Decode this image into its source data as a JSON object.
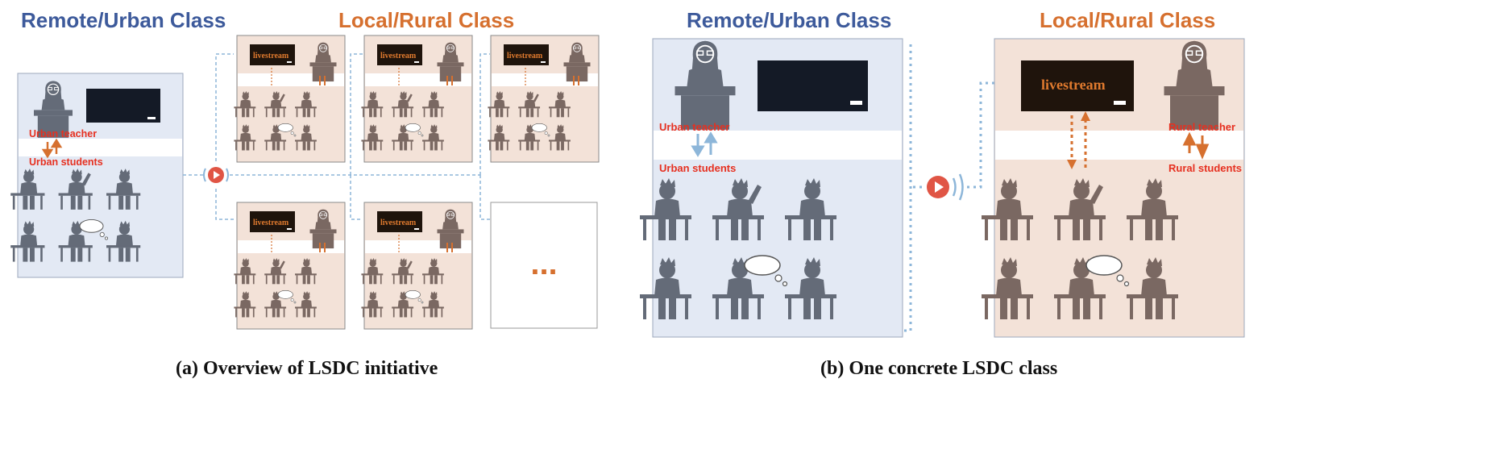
{
  "panel_a": {
    "remote_title": "Remote/Urban Class",
    "local_title": "Local/Rural Class",
    "teacher_label": "Urban teacher",
    "students_label": "Urban students",
    "livestream_label": "livestream",
    "ellipsis": "...",
    "caption": "(a) Overview of LSDC initiative"
  },
  "panel_b": {
    "remote_title": "Remote/Urban Class",
    "local_title": "Local/Rural Class",
    "urban_teacher_label": "Urban teacher",
    "urban_students_label": "Urban students",
    "rural_teacher_label": "Rural teacher",
    "rural_students_label": "Rural students",
    "livestream_label": "livestream",
    "caption": "(b) One concrete LSDC class"
  },
  "colors": {
    "urban_bg": "#e3e9f4",
    "rural_bg": "#f3e2d8",
    "urban_figure": "#646b78",
    "rural_figure": "#7a6862",
    "accent_orange": "#d6702f",
    "annotation_red": "#e63020",
    "connector_blue": "#8db6d9",
    "play_red": "#e05545"
  },
  "icons": [
    "teacher-icon",
    "blackboard-icon",
    "student-icon",
    "thought-bubble-icon",
    "play-icon",
    "broadcast-waves-icon"
  ]
}
